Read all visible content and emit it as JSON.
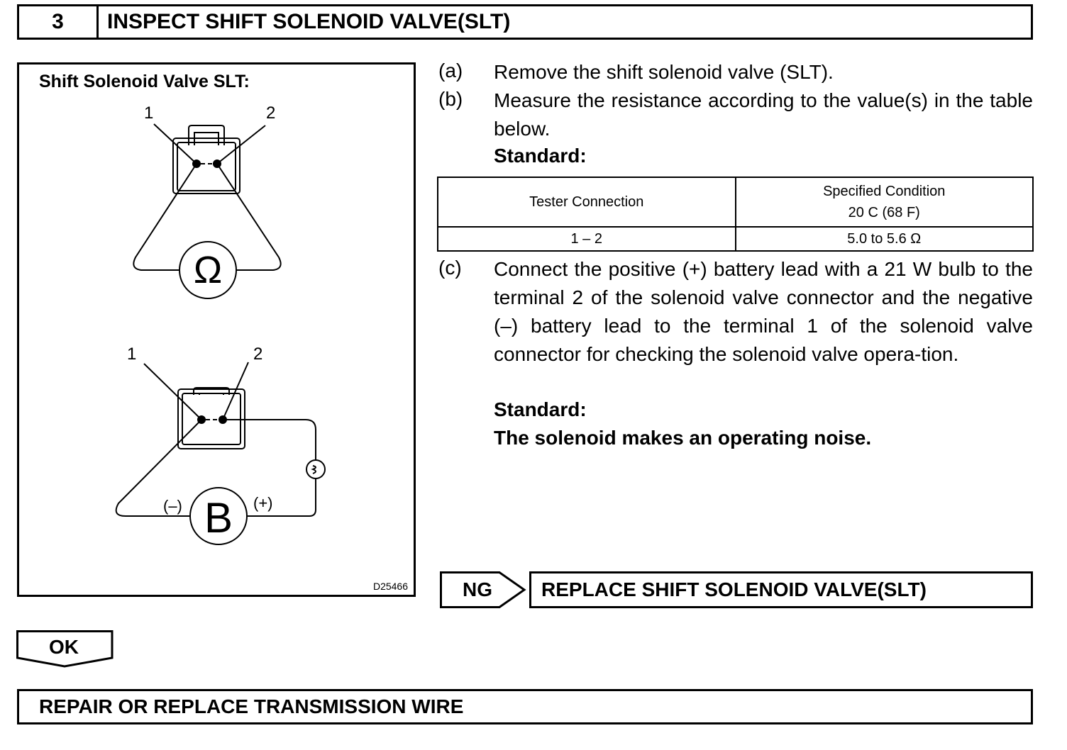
{
  "step": {
    "number": "3",
    "title": "INSPECT SHIFT SOLENOID VALVE(SLT)"
  },
  "figure": {
    "title": "Shift Solenoid Valve SLT:",
    "upper_terminal_1": "1",
    "upper_terminal_2": "2",
    "ohmmeter_symbol": "Ω",
    "lower_terminal_1": "1",
    "lower_terminal_2": "2",
    "battery_symbol": "B",
    "negative_label": "(–)",
    "positive_label": "(+)",
    "figure_id": "D25466"
  },
  "instructions": {
    "a": {
      "label": "(a)",
      "text": "Remove the shift solenoid valve (SLT)."
    },
    "b": {
      "label": "(b)",
      "text": "Measure the resistance according to the value(s) in the table below."
    },
    "b_standard": "Standard:",
    "c": {
      "label": "(c)",
      "text": "Connect the positive (+) battery lead with a 21 W bulb to the terminal 2 of the solenoid valve connector and the negative (–) battery lead to the terminal 1 of the solenoid valve connector for checking the solenoid valve opera-tion."
    },
    "c_standard": "Standard:",
    "c_standard_value": "The solenoid makes an operating noise."
  },
  "spec_table": {
    "header_connection": "Tester Connection",
    "header_condition_line1": "Specified Condition",
    "header_condition_line2": "20  C (68  F)",
    "row_connection": "1 – 2",
    "row_condition": "5.0 to 5.6 Ω"
  },
  "ng": {
    "label": "NG",
    "action": "REPLACE SHIFT SOLENOID VALVE(SLT)"
  },
  "ok": {
    "label": "OK"
  },
  "final_action": "REPAIR OR REPLACE TRANSMISSION WIRE"
}
